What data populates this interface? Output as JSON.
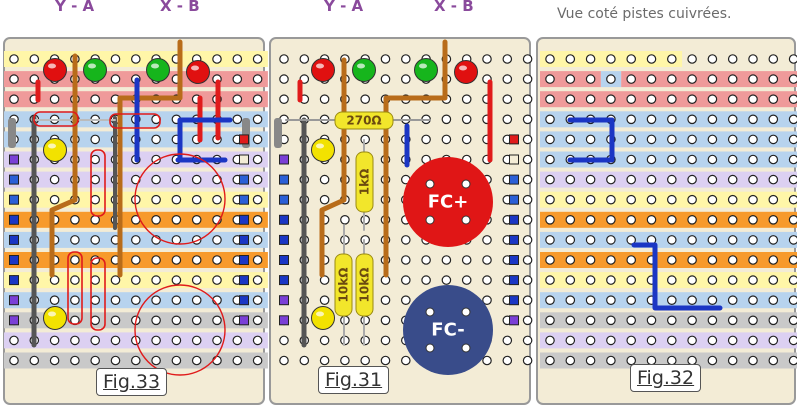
{
  "labels": {
    "y_a": "Y - A",
    "x_b": "X - B",
    "note": "Vue coté pistes cuivrées.",
    "fig33": "Fig.33",
    "fig31": "Fig.31",
    "fig32": "Fig.32",
    "r270": "270Ω",
    "r1k": "1kΩ",
    "r10k_a": "10kΩ",
    "r10k_b": "10kΩ",
    "fc_plus": "FC+",
    "fc_minus": "FC-"
  },
  "colors": {
    "board_bg": "#f3ecd6",
    "board_border": "#999999",
    "strip_yellow": "#fff6a8",
    "strip_red": "#ef9a9a",
    "strip_blue": "#b7d3ee",
    "strip_gray": "#c9c9c9",
    "strip_orange": "#f79a2c",
    "strip_lavender": "#dcd0f2",
    "wire_brown": "#b86c1a",
    "wire_blue": "#1b36c4",
    "wire_red": "#e01b1b",
    "wire_gray": "#555555",
    "led_red": "#e01010",
    "led_green": "#16b51c",
    "led_yellow": "#f2e200",
    "cap_red": "#e01616",
    "cap_blue": "#394c8a",
    "label_purple": "#8a4a9c"
  }
}
